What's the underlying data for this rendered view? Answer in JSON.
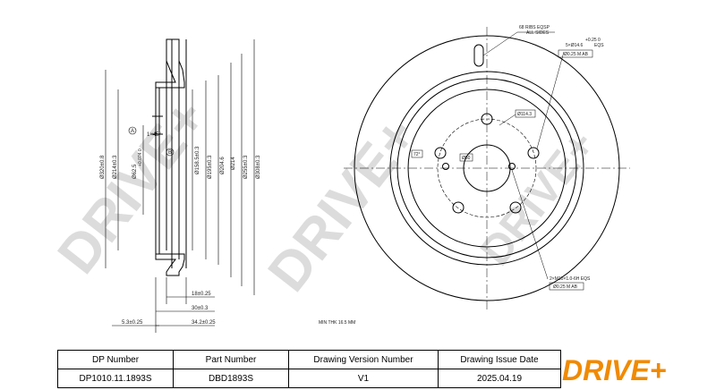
{
  "brand": {
    "logo_text": "DRIVE+",
    "accent_color": "#f08a00",
    "watermark_color": "#dcdcdc"
  },
  "dimensions": {
    "d_320": "Ø320±0.8",
    "d_214": "Ø214±0.3",
    "d_62": "Ø62.5",
    "d_62_tol": "+0.074 0",
    "d_158": "Ø158.5±0.3",
    "d_195": "Ø195±0.3",
    "d_204": "Ø204.6",
    "d_214b": "Ø214",
    "d_255": "Ø255±0.3",
    "d_308": "Ø308±0.3",
    "chamfer": "1×45°",
    "datum_a": "A",
    "datum_b": "B",
    "thk_18": "18±0.25",
    "thk_30": "30±0.3",
    "thk_53": "5.3±0.25",
    "thk_342": "34.2±0.25",
    "min_thk": "MIN THK 16.5 MM",
    "ribs_line1": "68 RIBS EQSP",
    "ribs_line2": "ALL SIDES",
    "holes_label": "5×Ø14.6",
    "holes_tol": "+0.25 0",
    "holes_eqs": "EQS",
    "holes_ftc": "Ø0.25 M AB",
    "pcd": "Ø114.3",
    "center_bore": "Ø50",
    "angle_label": "72°",
    "thread_label": "2×M10×1.0-6H EQS",
    "thread_ftc": "Ø0.25 M AB"
  },
  "title_block": {
    "headers": [
      "DP Number",
      "Part Number",
      "Drawing Version Number",
      "Drawing Issue Date"
    ],
    "values": [
      "DP1010.11.1893S",
      "DBD1893S",
      "V1",
      "2025.04.19"
    ]
  }
}
